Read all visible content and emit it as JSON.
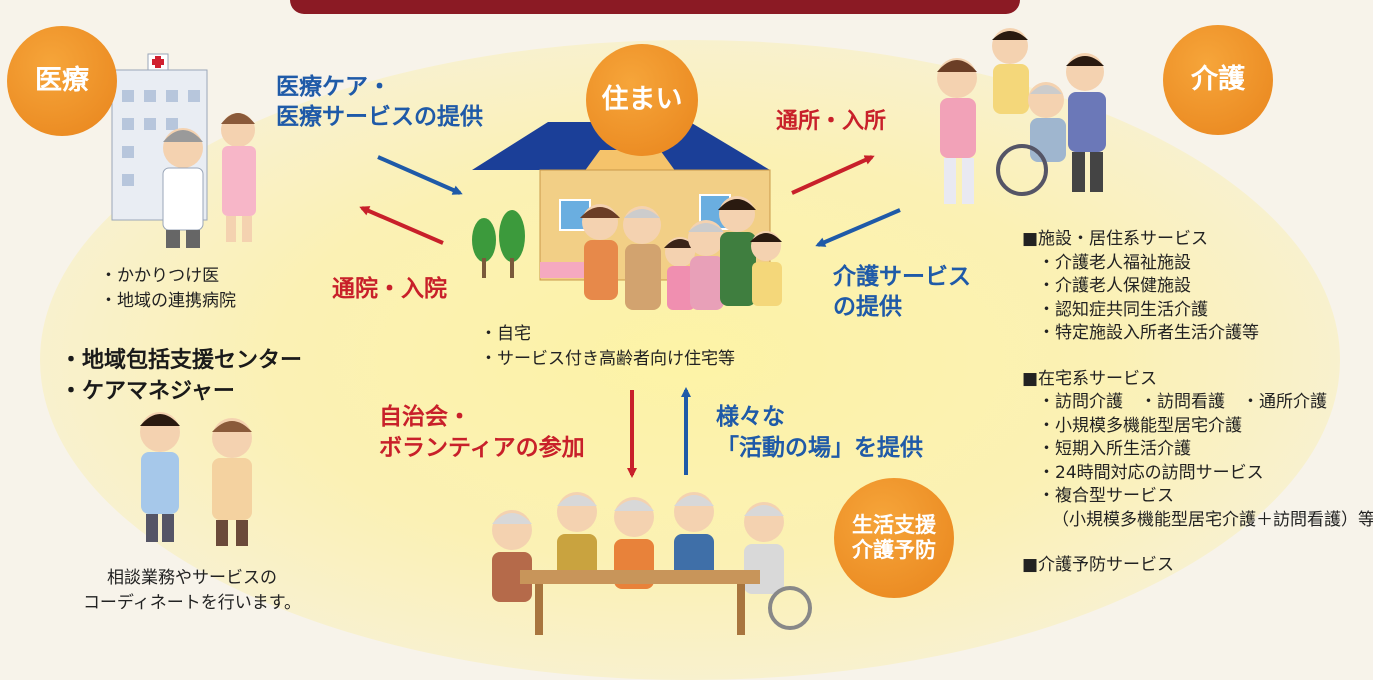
{
  "nodes": {
    "medical": "医療",
    "housing": "住まい",
    "care": "介護",
    "living_support_line1": "生活支援",
    "living_support_line2": "介護予防"
  },
  "arrows": {
    "medical_care_line1": "医療ケア・",
    "medical_care_line2": "医療サービスの提供",
    "hospital_visit": "通院・入院",
    "day_admission": "通所・入所",
    "care_service_line1": "介護サービス",
    "care_service_line2": "の提供",
    "community_line1": "自治会・",
    "community_line2": "ボランティアの参加",
    "activity_line1": "様々な",
    "activity_line2": "「活動の場」を提供"
  },
  "medical_items": [
    "・かかりつけ医",
    "・地域の連携病院"
  ],
  "housing_items": [
    "・自宅",
    "・サービス付き高齢者向け住宅等"
  ],
  "consult_items": [
    "・地域包括支援センター",
    "・ケアマネジャー"
  ],
  "consult_desc": [
    "相談業務やサービスの",
    "コーディネートを行います。"
  ],
  "services": {
    "facility_head": "■施設・居住系サービス",
    "facility_items": [
      "・介護老人福祉施設",
      "・介護老人保健施設",
      "・認知症共同生活介護",
      "・特定施設入所者生活介護等"
    ],
    "home_head": "■在宅系サービス",
    "home_items": [
      "・訪問介護　・訪問看護　・通所介護",
      "・小規模多機能型居宅介護",
      "・短期入所生活介護",
      "・24時間対応の訪問サービス",
      "・複合型サービス",
      "（小規模多機能型居宅介護＋訪問看護）等"
    ],
    "prevention_head": "■介護予防サービス"
  },
  "colors": {
    "orange": "#ee9326",
    "blue_arrow": "#1f5aa8",
    "red_arrow": "#c8202a"
  }
}
